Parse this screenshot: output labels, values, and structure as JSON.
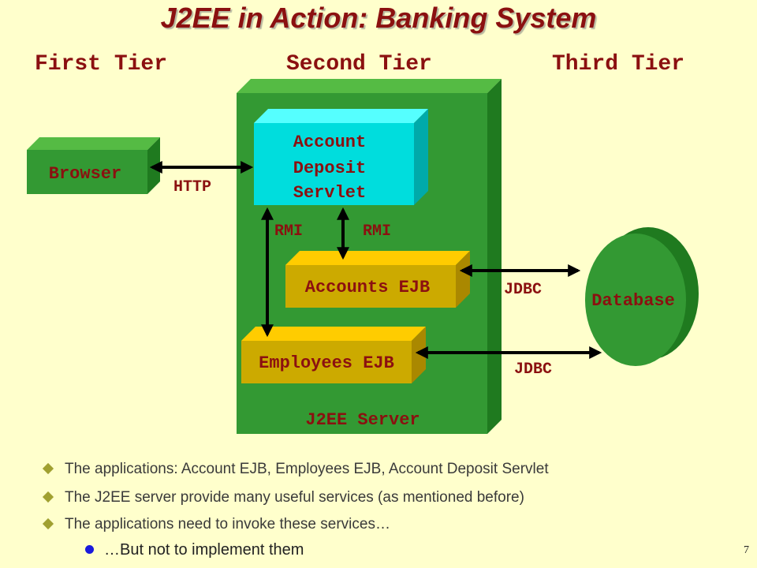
{
  "title": "J2EE in Action: Banking System",
  "tiers": {
    "first": "First Tier",
    "second": "Second Tier",
    "third": "Third Tier"
  },
  "diagram": {
    "browser": "Browser",
    "servlet_line1": "Account",
    "servlet_line2": "Deposit",
    "servlet_line3": "Servlet",
    "accounts_ejb": "Accounts EJB",
    "employees_ejb": "Employees EJB",
    "server_label": "J2EE Server",
    "database": "Database",
    "http": "HTTP",
    "rmi_left": "RMI",
    "rmi_right": "RMI",
    "jdbc_top": "JDBC",
    "jdbc_bottom": "JDBC"
  },
  "bullets": [
    "The applications: Account EJB, Employees EJB, Account Deposit Servlet",
    "The J2EE server provide many useful services (as mentioned before)",
    "The applications need to invoke these services…"
  ],
  "sub_bullet": "…But not to implement them",
  "page_number": "7",
  "colors": {
    "background": "#ffffcc",
    "title": "#8b1010",
    "green_box": "#339933",
    "cyan_box": "#00dddd",
    "gold_box": "#ccaa00"
  }
}
